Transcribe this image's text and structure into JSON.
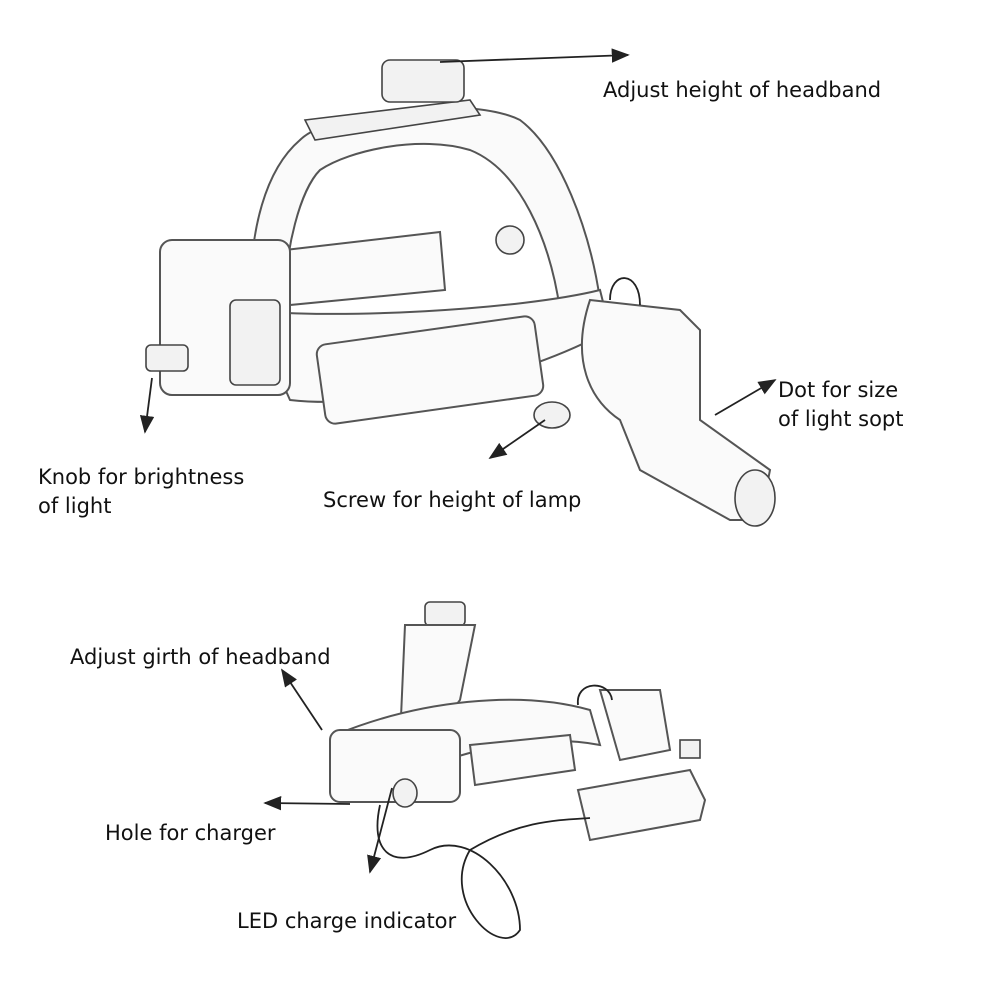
{
  "diagram": {
    "top_product": {
      "labels": {
        "adjust_height": "Adjust height of headband",
        "dot_size_1": "Dot for size",
        "dot_size_2": "of light sopt",
        "knob_1": "Knob for brightness",
        "knob_2": "of light",
        "screw": "Screw for height of lamp"
      }
    },
    "bottom_product": {
      "labels": {
        "adjust_girth": "Adjust girth of headband",
        "hole_charger": "Hole for charger",
        "led_indicator": "LED charge indicator"
      }
    },
    "colors": {
      "line": "#222222",
      "sketch": "#555555",
      "background": "#ffffff"
    }
  }
}
